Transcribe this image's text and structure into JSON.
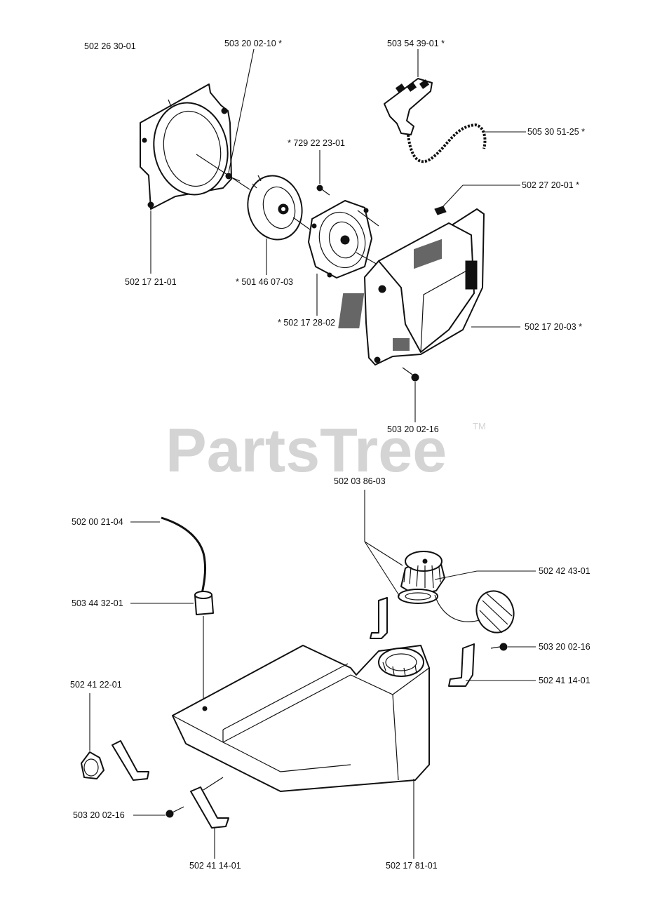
{
  "watermark": {
    "text": "PartsTree",
    "trademark": "TM"
  },
  "labels": {
    "p_502_26_30_01": "502 26 30-01",
    "p_503_20_02_10": "503 20 02-10  *",
    "p_503_54_39_01": "503 54 39-01  *",
    "p_505_30_51_25": "505 30 51-25  *",
    "p_729_22_23_01": "*  729 22 23-01",
    "p_502_27_20_01": "502 27 20-01  *",
    "p_502_17_21_01": "502 17 21-01",
    "p_501_46_07_03": "*  501 46 07-03",
    "p_502_17_28_02": "*  502 17 28-02",
    "p_502_17_20_03": "502 17 20-03  *",
    "p_503_20_02_16_a": "503 20 02-16",
    "p_502_03_86_03": "502 03 86-03",
    "p_502_00_21_04": "502 00 21-04",
    "p_502_42_43_01": "502 42 43-01",
    "p_503_44_32_01": "503 44 32-01",
    "p_503_20_02_16_b": "503 20 02-16",
    "p_502_41_22_01": "502 41 22-01",
    "p_502_41_14_01_a": "502 41 14-01",
    "p_503_20_02_16_c": "503 20 02-16",
    "p_502_41_14_01_b": "502 41 14-01",
    "p_502_17_81_01": "502 17 81-01"
  }
}
